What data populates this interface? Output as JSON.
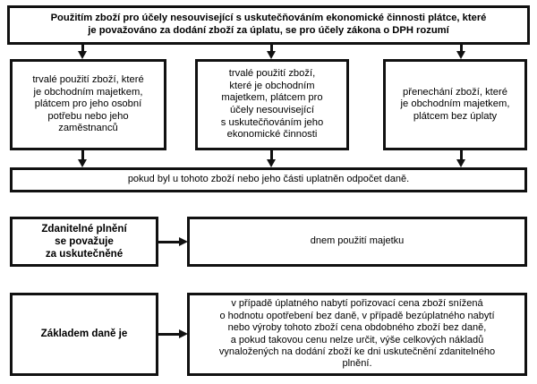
{
  "diagram": {
    "title_box": {
      "text": "Použitím zboží pro účely nesouvisející s uskutečňováním ekonomické činnosti plátce, které\nje považováno za dodání zboží za úplatu, se pro účely zákona o DPH rozumí"
    },
    "branches": [
      {
        "id": "branch-personal-use",
        "text": "trvalé použití zboží, které\nje obchodním majetkem,\nplátcem pro jeho osobní\npotřebu nebo jeho\nzaměstnanců"
      },
      {
        "id": "branch-non-economic-use",
        "text": "trvalé použití zboží,\nkteré je obchodním\nmajetkem, plátcem pro\núčely nesouvisející\ns uskutečňováním jeho\nekonomické činnosti"
      },
      {
        "id": "branch-free-transfer",
        "text": "přenechání zboží, které\nje obchodním majetkem,\nplátcem bez úplaty"
      }
    ],
    "condition_box": {
      "text": "pokud byl u tohoto zboží nebo jeho části uplatněn odpočet daně."
    },
    "rows": [
      {
        "id": "taxable-supply",
        "label": "Zdanitelné plnění\nse považuje\nza uskutečněné",
        "value": "dnem použití majetku"
      },
      {
        "id": "tax-base",
        "label": "Základem daně je",
        "value": "v případě úplatného nabytí pořizovací cena zboží snížená\no hodnotu opotřebení bez daně, v případě bezúplatného nabytí\nnebo výroby tohoto zboží cena obdobného zboží bez daně,\na pokud takovou cenu nelze určit, výše celkových nákladů\nvynaložených na dodání zboží ke dni uskutečnění zdanitelného\nplnění."
      }
    ],
    "colors": {
      "stroke": "#111111",
      "background": "#ffffff",
      "text": "#000000"
    }
  }
}
